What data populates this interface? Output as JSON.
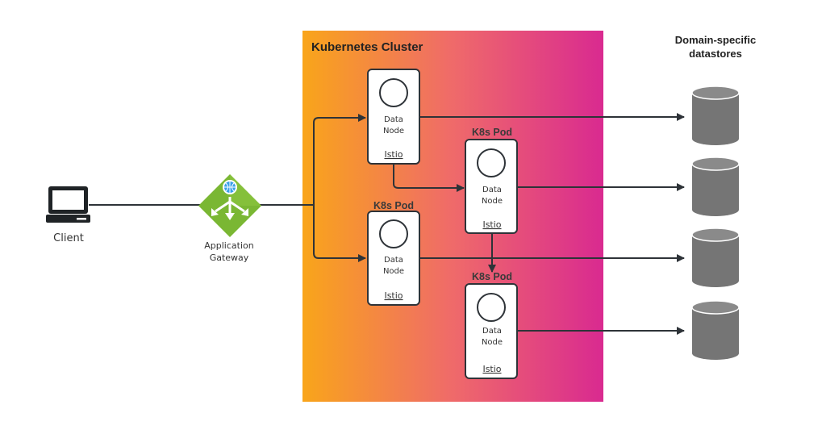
{
  "client": {
    "label": "Client",
    "icon": "laptop-icon"
  },
  "gateway": {
    "line1": "Application",
    "line2": "Gateway",
    "icon": "application-gateway-icon"
  },
  "cluster": {
    "title": "Kubernetes Cluster",
    "gradient": {
      "start": "#f9a51a",
      "mid": "#ef6a6a",
      "end": "#d92a90"
    }
  },
  "datastores": {
    "title_line1": "Domain-specific",
    "title_line2": "datastores",
    "color": "#757575"
  },
  "pods": [
    {
      "title": "",
      "line1": "Data",
      "line2": "Node",
      "sidecar": "Istio"
    },
    {
      "title": "K8s Pod",
      "line1": "Data",
      "line2": "Node",
      "sidecar": "Istio"
    },
    {
      "title": "K8s Pod",
      "line1": "Data",
      "line2": "Node",
      "sidecar": "Istio"
    },
    {
      "title": "K8s Pod",
      "line1": "Data",
      "line2": "Node",
      "sidecar": "Istio"
    }
  ]
}
